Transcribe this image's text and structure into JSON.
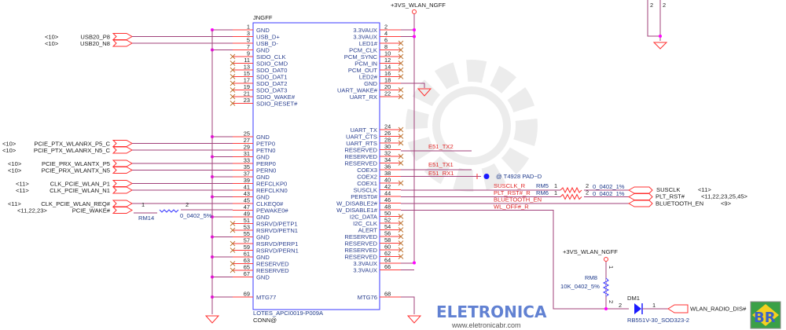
{
  "connector": {
    "refdes": "JNGFF",
    "part": "LOTES_APCI0019-P009A",
    "footprint": "CONN@",
    "power_net": "+3VS_WLAN_NGFF",
    "left_upper": [
      {
        "num": "1",
        "name": "GND",
        "nc": false
      },
      {
        "num": "3",
        "name": "USB_D+",
        "nc": false
      },
      {
        "num": "5",
        "name": "USB_D-",
        "nc": false
      },
      {
        "num": "7",
        "name": "GND",
        "nc": false
      },
      {
        "num": "9",
        "name": "SIDO_CLK",
        "nc": true
      },
      {
        "num": "11",
        "name": "SDIO_CMD",
        "nc": true
      },
      {
        "num": "13",
        "name": "SDO_DAT0",
        "nc": true
      },
      {
        "num": "15",
        "name": "SDO_DAT1",
        "nc": true
      },
      {
        "num": "17",
        "name": "SDO_DAT2",
        "nc": true
      },
      {
        "num": "19",
        "name": "SDO_DAT3",
        "nc": true
      },
      {
        "num": "21",
        "name": "SDIO_WAKE#",
        "nc": true
      },
      {
        "num": "23",
        "name": "SDIO_RESET#",
        "nc": true
      }
    ],
    "left_lower": [
      {
        "num": "25",
        "name": "GND",
        "nc": false
      },
      {
        "num": "27",
        "name": "PETP0",
        "nc": false
      },
      {
        "num": "29",
        "name": "PETN0",
        "nc": false
      },
      {
        "num": "31",
        "name": "GND",
        "nc": false
      },
      {
        "num": "33",
        "name": "PERP0",
        "nc": false
      },
      {
        "num": "35",
        "name": "PERN0",
        "nc": false
      },
      {
        "num": "37",
        "name": "GND",
        "nc": false
      },
      {
        "num": "39",
        "name": "REFCLKP0",
        "nc": false
      },
      {
        "num": "41",
        "name": "REFCLKN0",
        "nc": false
      },
      {
        "num": "43",
        "name": "GND",
        "nc": false
      },
      {
        "num": "45",
        "name": "CLKEQ0#",
        "nc": false
      },
      {
        "num": "47",
        "name": "PEWAKE0#",
        "nc": false
      },
      {
        "num": "49",
        "name": "GND",
        "nc": false
      },
      {
        "num": "51",
        "name": "RSRVD/PETP1",
        "nc": true
      },
      {
        "num": "53",
        "name": "RSRVD/PETN1",
        "nc": true
      },
      {
        "num": "55",
        "name": "GND",
        "nc": false
      },
      {
        "num": "57",
        "name": "RSRVD/PERP1",
        "nc": true
      },
      {
        "num": "59",
        "name": "RSRVD/PERN1",
        "nc": true
      },
      {
        "num": "61",
        "name": "GND",
        "nc": false
      },
      {
        "num": "63",
        "name": "RESERVED",
        "nc": true
      },
      {
        "num": "65",
        "name": "RESERVED",
        "nc": true
      },
      {
        "num": "67",
        "name": "GND",
        "nc": false
      }
    ],
    "left_mtg": {
      "num": "69",
      "name": "MTG77"
    },
    "right_upper": [
      {
        "num": "2",
        "name": "3.3VAUX",
        "nc": false
      },
      {
        "num": "4",
        "name": "3.3VAUX",
        "nc": false
      },
      {
        "num": "6",
        "name": "LED1#",
        "nc": true
      },
      {
        "num": "8",
        "name": "PCM_CLK",
        "nc": true
      },
      {
        "num": "10",
        "name": "PCM_SYNC",
        "nc": true
      },
      {
        "num": "12",
        "name": "PCM_IN",
        "nc": true
      },
      {
        "num": "14",
        "name": "PCM_OUT",
        "nc": true
      },
      {
        "num": "16",
        "name": "LED2#",
        "nc": true
      },
      {
        "num": "18",
        "name": "GND",
        "nc": false
      },
      {
        "num": "20",
        "name": "UART_WAKE#",
        "nc": true
      },
      {
        "num": "22",
        "name": "UART_RX",
        "nc": true
      }
    ],
    "right_lower": [
      {
        "num": "24",
        "name": "UART_TX",
        "nc": true
      },
      {
        "num": "26",
        "name": "UART_CTS",
        "nc": true
      },
      {
        "num": "28",
        "name": "UART_RTS",
        "nc": true
      },
      {
        "num": "30",
        "name": "RESERVED",
        "nc": false
      },
      {
        "num": "32",
        "name": "RESERVED",
        "nc": true
      },
      {
        "num": "34",
        "name": "RESERVED",
        "nc": true
      },
      {
        "num": "36",
        "name": "COEX3",
        "nc": false
      },
      {
        "num": "38",
        "name": "COEX2",
        "nc": false
      },
      {
        "num": "40",
        "name": "COEX1",
        "nc": true
      },
      {
        "num": "42",
        "name": "SUSCLK",
        "nc": false
      },
      {
        "num": "44",
        "name": "PERST0#",
        "nc": false
      },
      {
        "num": "46",
        "name": "W_DISABLE2#",
        "nc": false
      },
      {
        "num": "48",
        "name": "W_DISABLE1#",
        "nc": false
      },
      {
        "num": "50",
        "name": "I2C_DATA",
        "nc": true
      },
      {
        "num": "52",
        "name": "I2C_CLK",
        "nc": true
      },
      {
        "num": "54",
        "name": "ALERT",
        "nc": true
      },
      {
        "num": "56",
        "name": "RESERVED",
        "nc": true
      },
      {
        "num": "58",
        "name": "RESERVED",
        "nc": true
      },
      {
        "num": "60",
        "name": "RESERVED",
        "nc": true
      },
      {
        "num": "62",
        "name": "RESERVED",
        "nc": true
      },
      {
        "num": "64",
        "name": "3.3VAUX",
        "nc": false
      },
      {
        "num": "66",
        "name": "3.3VAUX",
        "nc": false
      }
    ],
    "right_mtg": {
      "num": "68",
      "name": "MTG76"
    }
  },
  "left_nets": [
    {
      "ref": "<10>",
      "name": "USB20_P8"
    },
    {
      "ref": "<10>",
      "name": "USB20_N8"
    },
    {
      "ref": "<10>",
      "name": "PCIE_PTX_WLANRX_P5_C"
    },
    {
      "ref": "<10>",
      "name": "PCIE_PTX_WLANRX_N5_C"
    },
    {
      "ref": "<10>",
      "name": "PCIE_PRX_WLANTX_P5"
    },
    {
      "ref": "<10>",
      "name": "PCIE_PRX_WLANTX_N5"
    },
    {
      "ref": "<11>",
      "name": "CLK_PCIE_WLAN_P1"
    },
    {
      "ref": "<11>",
      "name": "CLK_PCIE_WLAN_N1"
    },
    {
      "ref": "<11>",
      "name": "CLK_PCIE_WLAN_REQ#"
    },
    {
      "ref": "<11,22,23>",
      "name": "PCIE_WAKE#"
    }
  ],
  "rm14": {
    "ref": "RM14",
    "value": "0_0402_5%",
    "pin1": "1",
    "pin2": "2"
  },
  "right_nets": {
    "e51_tx2": "E51_TX2",
    "e51_tx1": "E51_TX1",
    "e51_rx1": "E51_RX1",
    "test_pad": "@ T4928 PAD~D",
    "susclk_r": "SUSCLK_R",
    "plt_rst_r": "PLT_RST#_R",
    "bluetooth_en": "BLUETOOTH_EN",
    "wl_off_r": "WL_OFF#_R"
  },
  "rm5": {
    "ref": "RM5",
    "value": "0_0402_1%",
    "pin1": "1",
    "pin2": "2"
  },
  "rm6": {
    "ref": "RM6",
    "value": "0_0402_1%",
    "pin1": "1",
    "pin2": "2"
  },
  "offpage_right": [
    {
      "name": "SUSCLK",
      "ref": "<11>"
    },
    {
      "name": "PLT_RST#",
      "ref": "<11,22,23,25,45>"
    },
    {
      "name": "BLUETOOTH_EN",
      "ref": "<9>"
    }
  ],
  "radio_disable": {
    "power_net": "+3VS_WLAN_NGFF",
    "resistor_ref": "RM8",
    "resistor_value": "10K_0402_5%",
    "r_pin1": "1",
    "r_pin2": "2",
    "diode_ref": "DM1",
    "diode_part": "RB551V-30_SOD323-2",
    "d_pin2": "2",
    "d_pin1": "1",
    "net": "WLAN_RADIO_DIS#"
  },
  "top_right": {
    "pin_a": "2",
    "pin_b": "2"
  },
  "watermark": {
    "brand": "ELETRONICA BR",
    "url": "www.eletronicabr.com"
  },
  "colors": {
    "pin": "#ff3a3a",
    "wire": "#a0407a",
    "pin_text": "#2a3f8f",
    "body": "#3a3aff",
    "junction": "#ff00ff",
    "net_label": "#e02828"
  }
}
